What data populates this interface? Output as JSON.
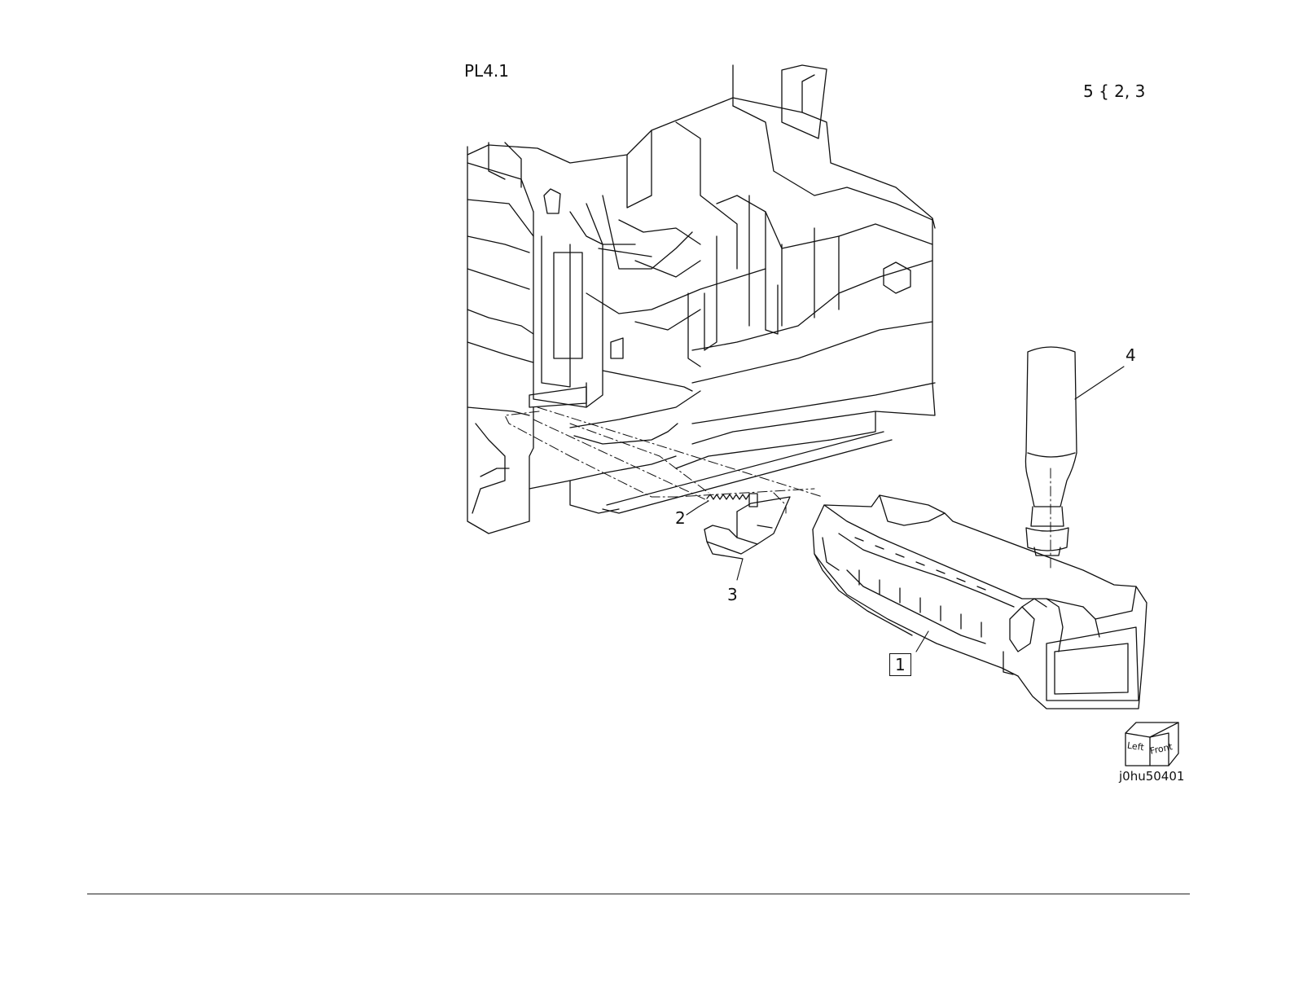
{
  "page": {
    "plate_id": "PL4.1",
    "plate_ref": "5 { 2, 3",
    "figure_code": "j0hu50401"
  },
  "callouts": [
    {
      "id": "callout-1",
      "text": "1",
      "boxed": true
    },
    {
      "id": "callout-2",
      "text": "2",
      "boxed": false
    },
    {
      "id": "callout-3",
      "text": "3",
      "boxed": false
    },
    {
      "id": "callout-4",
      "text": "4",
      "boxed": false
    }
  ],
  "orientation_cube": {
    "left_label": "Left",
    "front_label": "Front"
  },
  "colors": {
    "ink": "#111111",
    "background": "#ffffff"
  }
}
